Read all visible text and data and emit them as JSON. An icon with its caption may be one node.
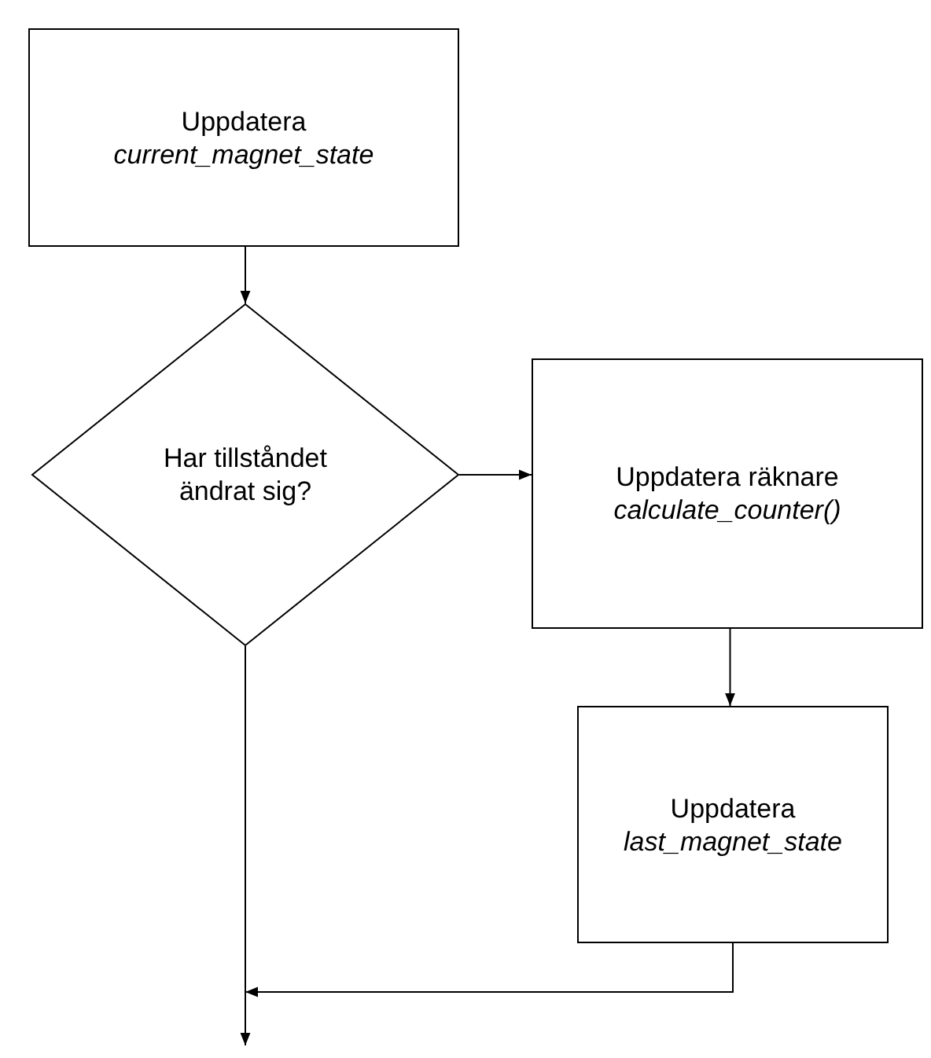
{
  "diagram": {
    "nodes": [
      {
        "text": [
          "Uppdatera *current_magnet_state*"
        ]
      },
      {
        "text": [
          "Har tillståndet ändrat sig?"
        ]
      },
      {
        "text": [
          "Uppdatera räknare *calculate_counter()*"
        ]
      },
      {
        "text": [
          "Uppdatera *last_magnet_state*"
        ]
      }
    ],
    "edges": [
      {
        "from": 0,
        "to": 1,
        "arrow": "to"
      },
      {
        "from": 1,
        "to": 2,
        "arrow": "to"
      },
      {
        "from": 2,
        "to": 3,
        "arrow": "to"
      },
      {
        "from": 1,
        "to": null,
        "arrow": "to"
      },
      {
        "from": 3,
        "to": null,
        "arrow": "to"
      }
    ]
  }
}
